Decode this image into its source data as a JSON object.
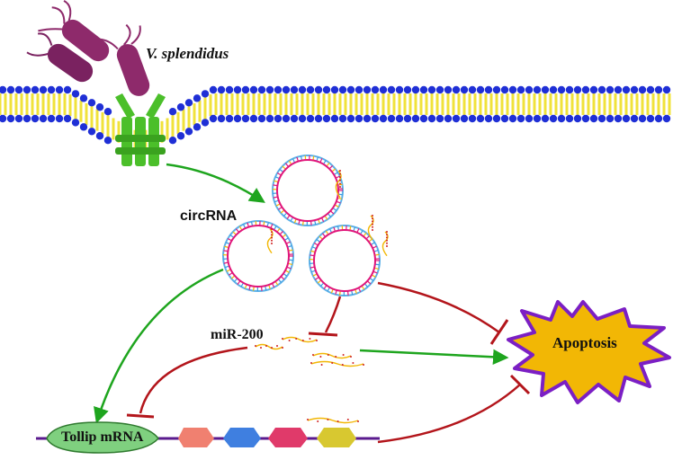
{
  "labels": {
    "bacterium": "V. splendidus",
    "circrna": "circRNA",
    "mirna": "miR-200",
    "mrna": "Tollip mRNA",
    "apoptosis": "Apoptosis"
  },
  "colors": {
    "membrane_head": "#1f2fd6",
    "membrane_tail": "#f0e23a",
    "receptor": "#4bbf2a",
    "bacterium": "#8e2a6b",
    "activation_arrow": "#1ea51e",
    "inhibition": "#b3151b",
    "circle_ring": "#e0157a",
    "apoptosis_fill": "#f2b705",
    "apoptosis_border": "#7b1fc4",
    "mrna_line": "#5a1a8e",
    "mrna_body": "#7fd07f"
  }
}
